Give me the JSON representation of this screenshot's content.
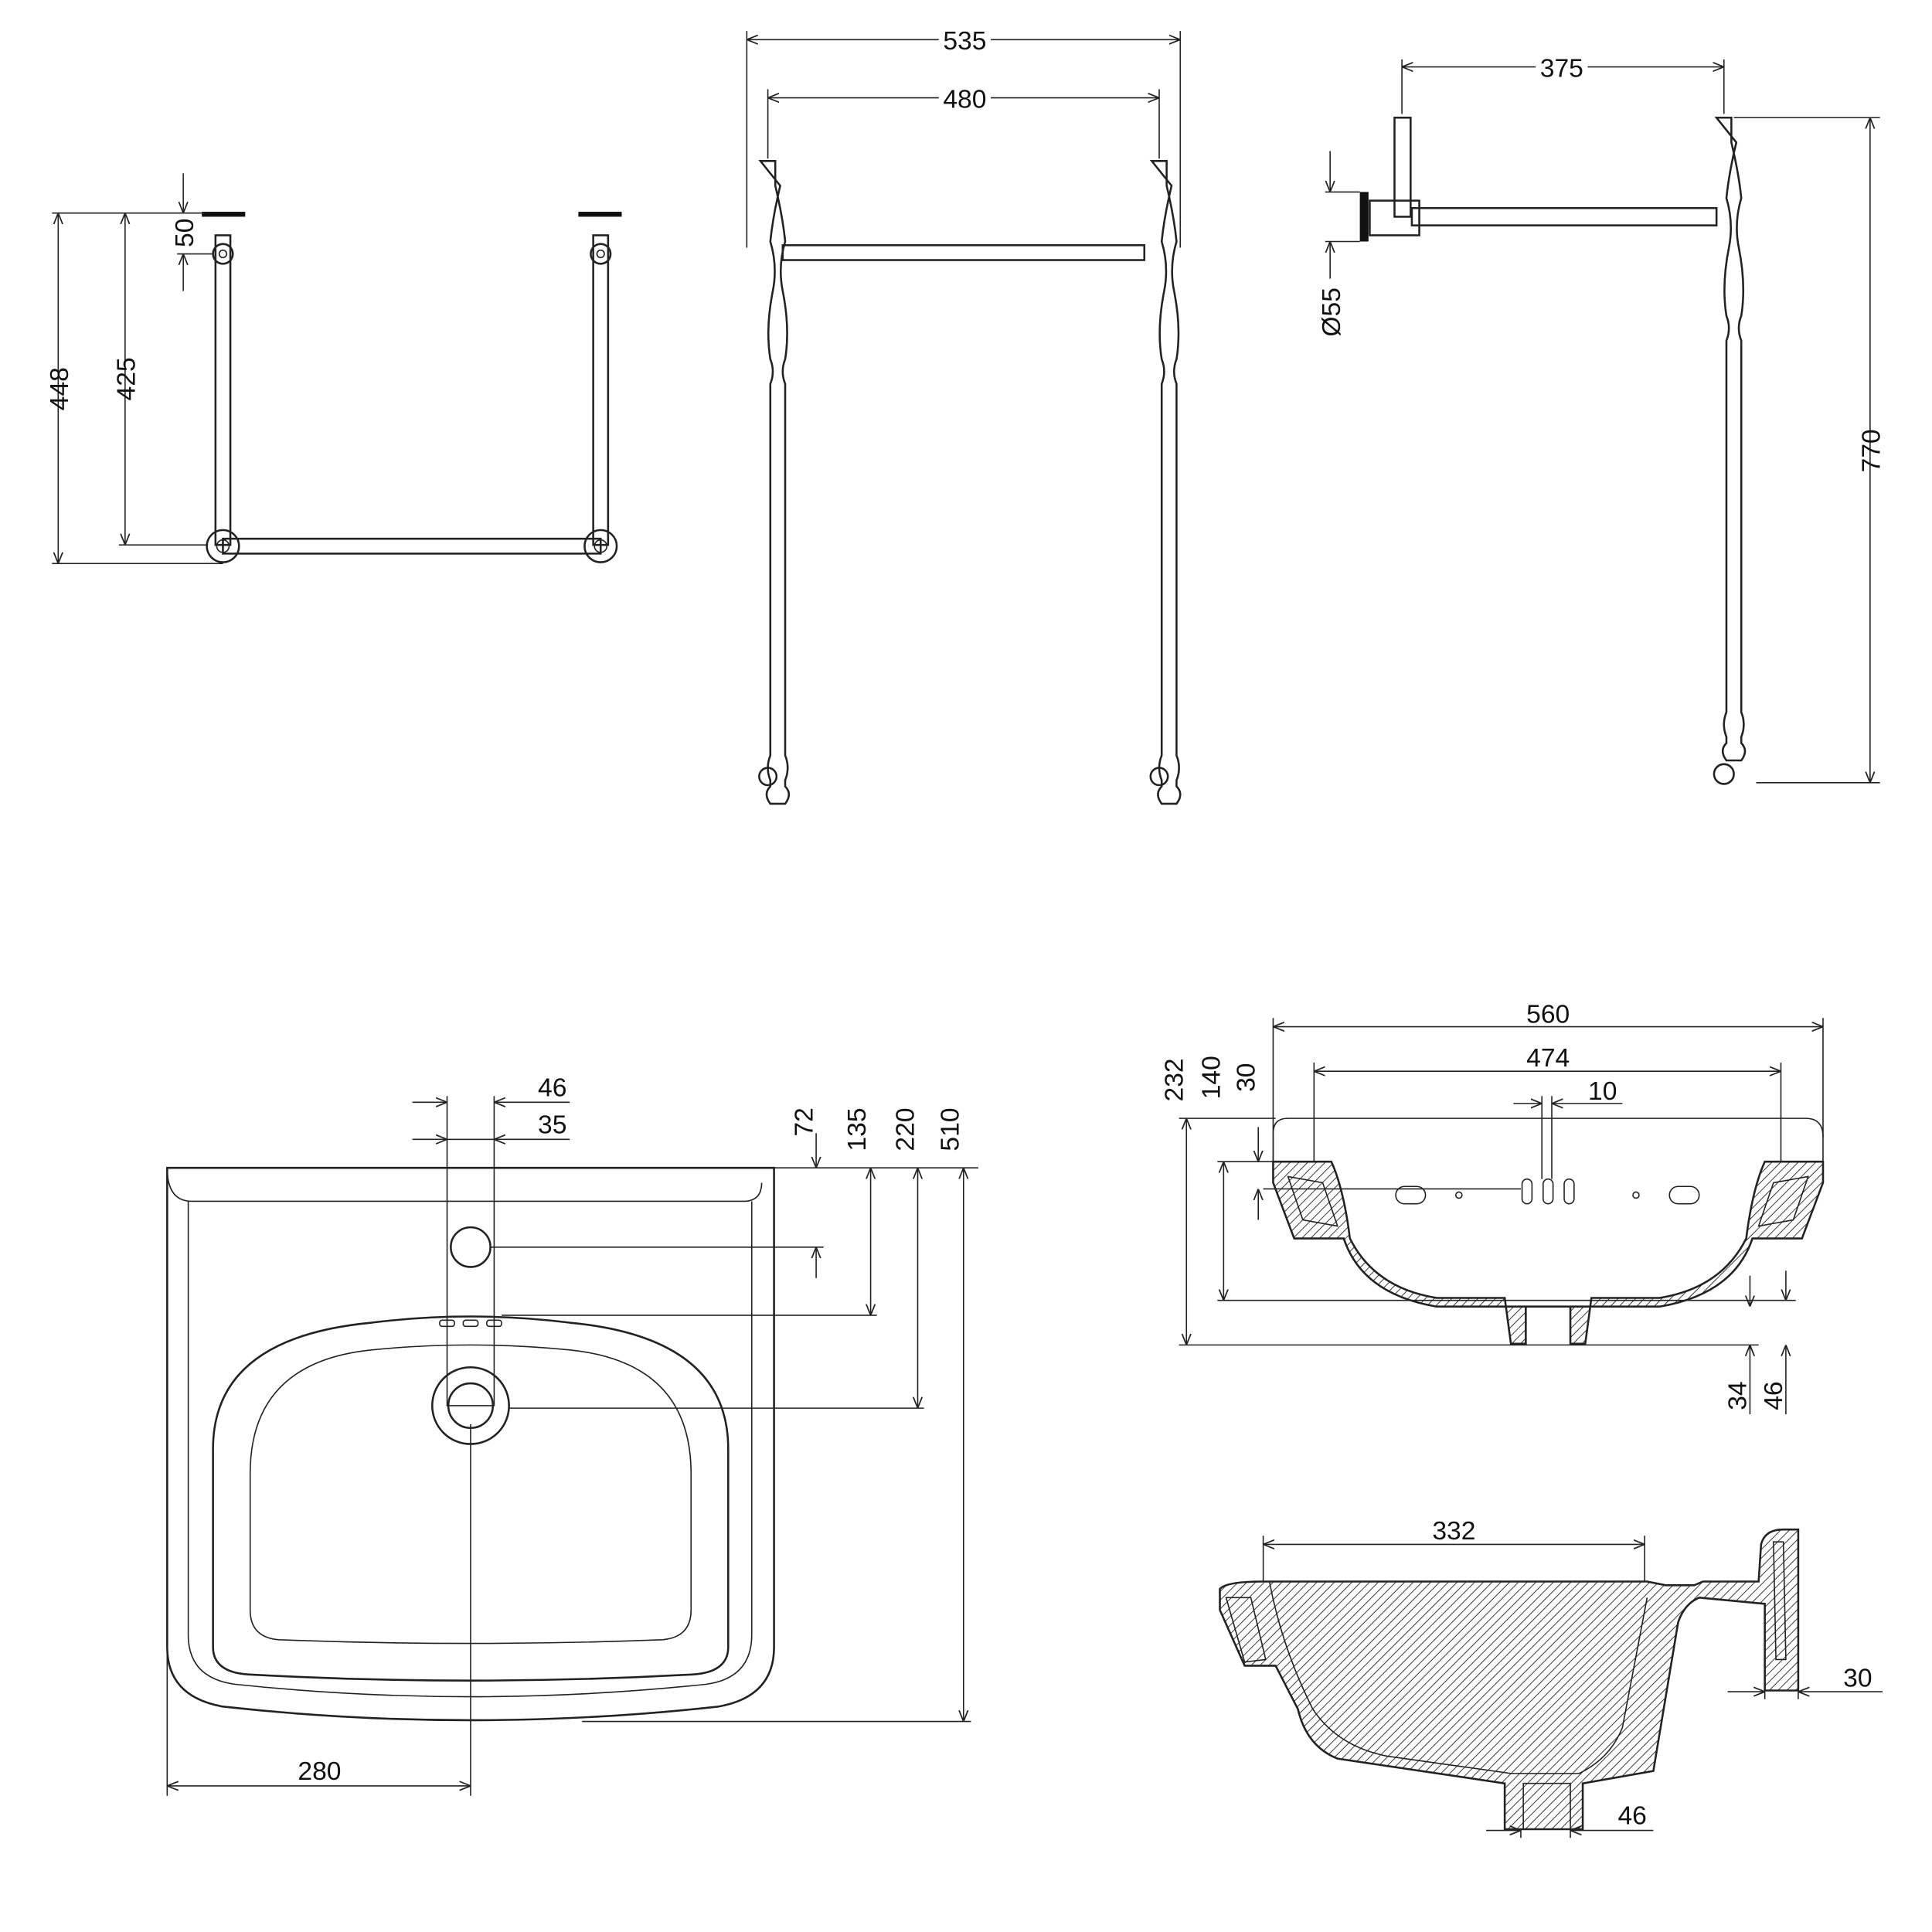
{
  "stand_top_view": {
    "overall_depth": "448",
    "rail_depth": "425",
    "bracket_offset": "50"
  },
  "stand_front_view": {
    "overall_width": "535",
    "leg_centres": "480"
  },
  "stand_side_view": {
    "projection": "375",
    "height": "770",
    "flange_diameter": "Ø55"
  },
  "basin_plan_view": {
    "overflow_width_outer": "46",
    "overflow_width_inner": "35",
    "tap_hole_from_back": "72",
    "tap_holes_from_back": "135",
    "waste_from_back": "220",
    "overall_depth": "510",
    "waste_from_side": "280"
  },
  "basin_front_section": {
    "overall_width": "560",
    "bowl_width": "474",
    "slot_width": "10",
    "overall_height": "232",
    "bowl_height": "140",
    "rim_height": "30",
    "waste_height": "34",
    "outlet_height": "46"
  },
  "basin_side_section": {
    "bowl_depth": "332",
    "wall_bracket": "30",
    "outlet_diameter": "46"
  },
  "colors": {
    "line": "#222222",
    "background": "#ffffff"
  }
}
